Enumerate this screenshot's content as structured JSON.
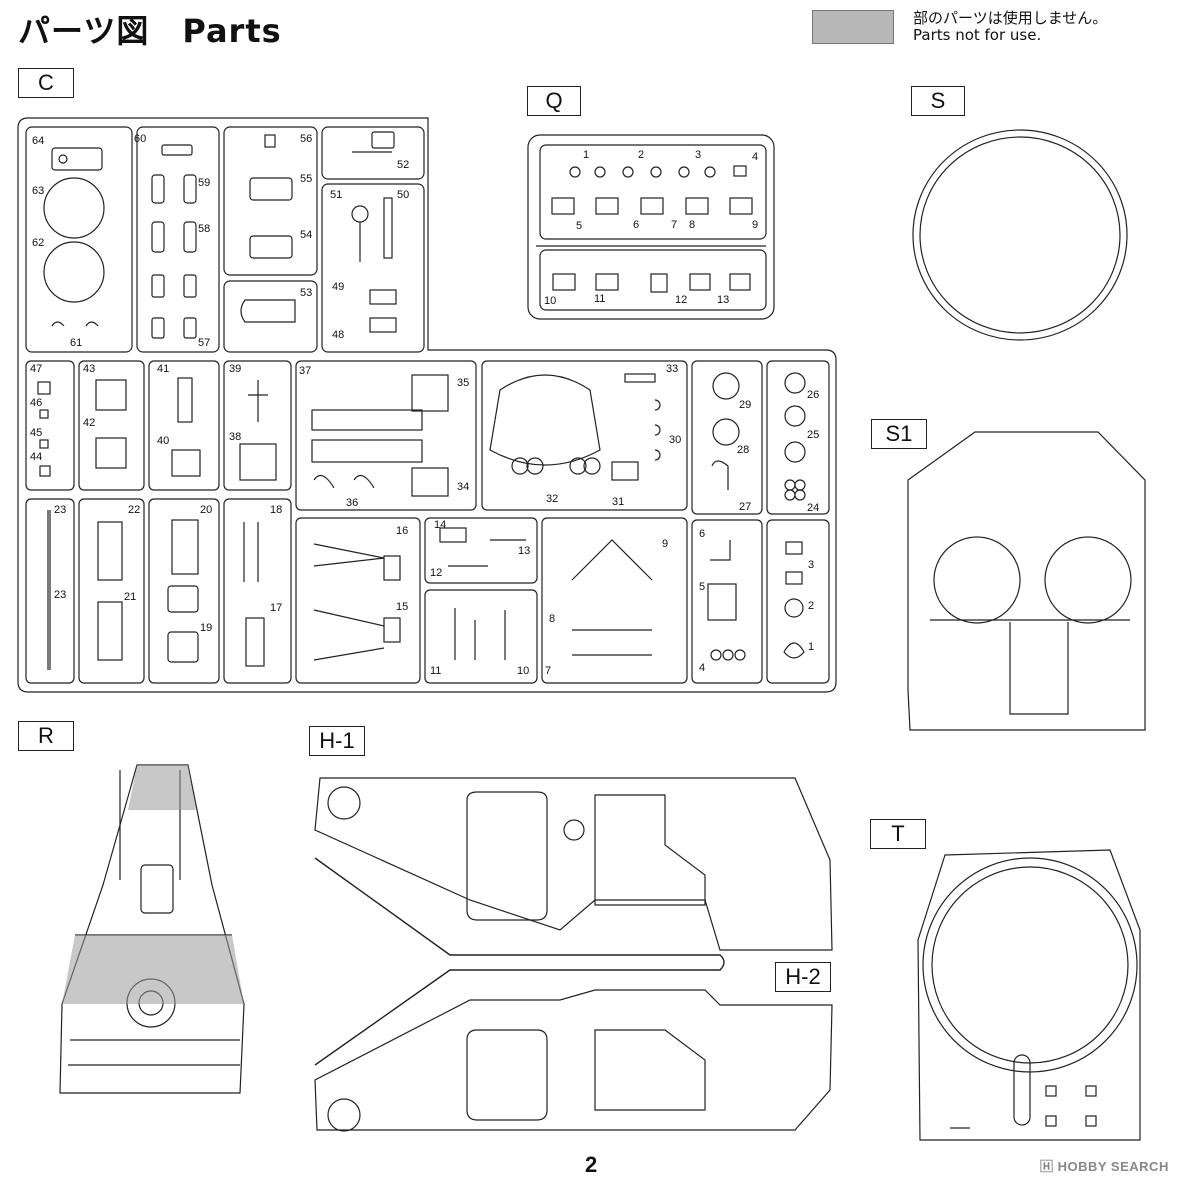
{
  "header": {
    "title": "パーツ図　Parts",
    "legend_line1": "部のパーツは使用しません。",
    "legend_line2": "Parts not for use."
  },
  "sprue_labels": {
    "c": "C",
    "q": "Q",
    "s": "S",
    "s1": "S1",
    "r": "R",
    "h1": "H-1",
    "h2": "H-2",
    "t": "T"
  },
  "page_number": "2",
  "watermark": "🄷 HOBBY SEARCH",
  "sprue_c_numbers": [
    {
      "id": "64",
      "n": "64"
    },
    {
      "id": "63",
      "n": "63"
    },
    {
      "id": "62",
      "n": "62"
    },
    {
      "id": "61",
      "n": "61"
    },
    {
      "id": "60",
      "n": "60"
    },
    {
      "id": "59",
      "n": "59"
    },
    {
      "id": "58",
      "n": "58"
    },
    {
      "id": "57",
      "n": "57"
    },
    {
      "id": "56",
      "n": "56"
    },
    {
      "id": "55",
      "n": "55"
    },
    {
      "id": "54",
      "n": "54"
    },
    {
      "id": "53",
      "n": "53"
    },
    {
      "id": "52",
      "n": "52"
    },
    {
      "id": "51",
      "n": "51"
    },
    {
      "id": "50",
      "n": "50"
    },
    {
      "id": "49",
      "n": "49"
    },
    {
      "id": "48",
      "n": "48"
    },
    {
      "id": "47",
      "n": "47"
    },
    {
      "id": "46",
      "n": "46"
    },
    {
      "id": "45",
      "n": "45"
    },
    {
      "id": "44",
      "n": "44"
    },
    {
      "id": "43",
      "n": "43"
    },
    {
      "id": "42",
      "n": "42"
    },
    {
      "id": "41",
      "n": "41"
    },
    {
      "id": "40",
      "n": "40"
    },
    {
      "id": "39",
      "n": "39"
    },
    {
      "id": "38",
      "n": "38"
    },
    {
      "id": "37",
      "n": "37"
    },
    {
      "id": "36",
      "n": "36"
    },
    {
      "id": "35",
      "n": "35"
    },
    {
      "id": "34",
      "n": "34"
    },
    {
      "id": "33",
      "n": "33"
    },
    {
      "id": "32",
      "n": "32"
    },
    {
      "id": "31",
      "n": "31"
    },
    {
      "id": "30",
      "n": "30"
    },
    {
      "id": "29",
      "n": "29"
    },
    {
      "id": "28",
      "n": "28"
    },
    {
      "id": "27",
      "n": "27"
    },
    {
      "id": "26",
      "n": "26"
    },
    {
      "id": "25",
      "n": "25"
    },
    {
      "id": "24",
      "n": "24"
    },
    {
      "id": "23a",
      "n": "23"
    },
    {
      "id": "23b",
      "n": "23"
    },
    {
      "id": "22",
      "n": "22"
    },
    {
      "id": "21",
      "n": "21"
    },
    {
      "id": "20",
      "n": "20"
    },
    {
      "id": "19",
      "n": "19"
    },
    {
      "id": "18",
      "n": "18"
    },
    {
      "id": "17",
      "n": "17"
    },
    {
      "id": "16",
      "n": "16"
    },
    {
      "id": "15",
      "n": "15"
    },
    {
      "id": "14",
      "n": "14"
    },
    {
      "id": "13",
      "n": "13"
    },
    {
      "id": "12",
      "n": "12"
    },
    {
      "id": "11",
      "n": "11"
    },
    {
      "id": "10",
      "n": "10"
    },
    {
      "id": "9",
      "n": "9"
    },
    {
      "id": "8",
      "n": "8"
    },
    {
      "id": "7",
      "n": "7"
    },
    {
      "id": "6",
      "n": "6"
    },
    {
      "id": "5",
      "n": "5"
    },
    {
      "id": "4",
      "n": "4"
    },
    {
      "id": "3",
      "n": "3"
    },
    {
      "id": "2",
      "n": "2"
    },
    {
      "id": "1",
      "n": "1"
    }
  ],
  "sprue_q_numbers": [
    "1",
    "2",
    "3",
    "4",
    "5",
    "6",
    "7",
    "8",
    "9",
    "10",
    "11",
    "12",
    "13"
  ]
}
